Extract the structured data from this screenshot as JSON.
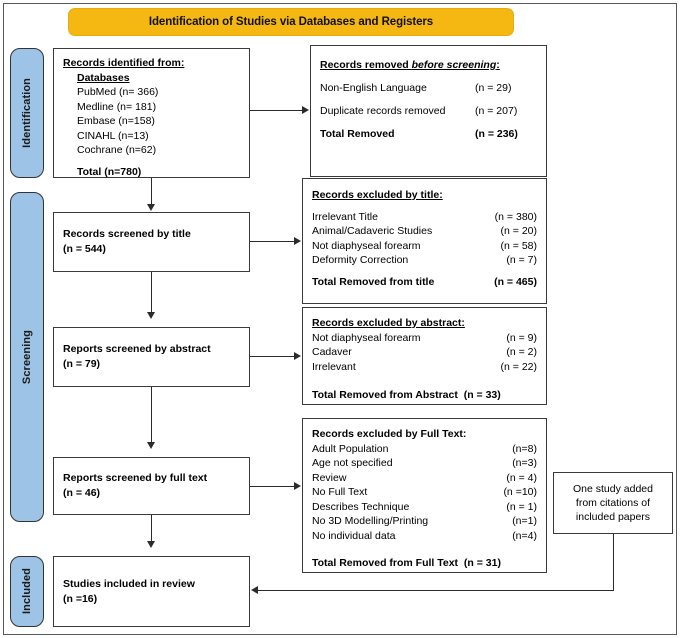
{
  "banner": {
    "title": "Identification of Studies via Databases and Registers"
  },
  "stages": {
    "identification": "Identification",
    "screening": "Screening",
    "included": "Included"
  },
  "identified": {
    "heading": "Records identified from:",
    "subheading": "Databases",
    "sources": [
      "PubMed (n= 366)",
      "Medline (n= 181)",
      "Embase (n=158)",
      "CINAHL (n=13)",
      "Cochrane (n=62)"
    ],
    "total": "Total (n=780)"
  },
  "removed_before": {
    "heading_plain": "Records removed ",
    "heading_italic": "before screening",
    "heading_colon": ":",
    "rows": [
      {
        "label": "Non-English Language",
        "count": "(n = 29)"
      },
      {
        "label": "Duplicate records removed",
        "count": "(n = 207)"
      }
    ],
    "total_label": "Total Removed",
    "total_count": "(n = 236)"
  },
  "screened_title": {
    "label": "Records screened by title",
    "count": "(n = 544)"
  },
  "excluded_title": {
    "heading": "Records excluded by title:",
    "rows": [
      {
        "label": "Irrelevant Title",
        "count": "(n = 380)"
      },
      {
        "label": "Animal/Cadaveric Studies",
        "count": "(n = 20)"
      },
      {
        "label": "Not diaphyseal forearm",
        "count": "(n = 58)"
      },
      {
        "label": "Deformity Correction",
        "count": "(n = 7)"
      }
    ],
    "total_label": "Total Removed from title",
    "total_count": "(n = 465)"
  },
  "screened_abstract": {
    "label": "Reports screened by abstract",
    "count": "(n = 79)"
  },
  "excluded_abstract": {
    "heading": "Records excluded by abstract:",
    "rows": [
      {
        "label": "Not diaphyseal forearm",
        "count": "(n = 9)"
      },
      {
        "label": "Cadaver",
        "count": "(n = 2)"
      },
      {
        "label": "Irrelevant",
        "count": "(n = 22)"
      }
    ],
    "total_label": "Total Removed from Abstract",
    "total_count": "(n = 33)"
  },
  "screened_fulltext": {
    "label": "Reports screened by full text",
    "count": "(n = 46)"
  },
  "excluded_fulltext": {
    "heading": "Records excluded by Full Text:",
    "rows": [
      {
        "label": "Adult Population",
        "count": "(n=8)"
      },
      {
        "label": "Age not specified",
        "count": "(n=3)"
      },
      {
        "label": "Review",
        "count": "(n = 4)"
      },
      {
        "label": "No Full Text",
        "count": "(n =10)"
      },
      {
        "label": "Describes Technique",
        "count": "(n = 1)"
      },
      {
        "label": "No 3D Modelling/Printing",
        "count": "(n=1)"
      },
      {
        "label": "No individual data",
        "count": "(n=4)"
      }
    ],
    "total_label": "Total Removed from Full Text",
    "total_count": "(n = 31)"
  },
  "citation_box": {
    "line1": "One study added",
    "line2": "from citations of",
    "line3": "included papers"
  },
  "included_box": {
    "label": "Studies included in review",
    "count": "(n =16)"
  },
  "colors": {
    "banner": "#F5B711",
    "stage_pill": "#9DC3E6",
    "box_border": "#3a3a3a",
    "connector": "#2b2b2b"
  }
}
